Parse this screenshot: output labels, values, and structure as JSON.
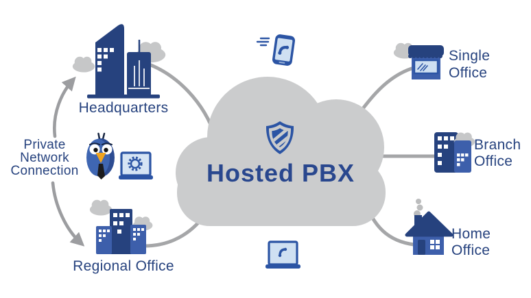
{
  "title": "Hosted PBX",
  "nodes": {
    "headquarters": {
      "label": "Headquarters"
    },
    "private_network": {
      "lines": [
        "Private",
        "Network",
        "Connection"
      ]
    },
    "regional_office": {
      "label": "Regional Office"
    },
    "single_office": {
      "lines": [
        "Single",
        "Office"
      ]
    },
    "branch_office": {
      "lines": [
        "Branch",
        "Office"
      ]
    },
    "home_office": {
      "lines": [
        "Home",
        "Office"
      ]
    }
  },
  "icons": {
    "center": "cloud-shape",
    "security": "shield-icon",
    "top_device": "mobile-phone-call-icon",
    "bottom_device": "laptop-call-icon",
    "left_device": "laptop-settings-icon",
    "mascot": "bird-mascot-icon"
  },
  "connections": [
    {
      "from": "headquarters",
      "to": "cloud",
      "arrow": false
    },
    {
      "from": "regional-office",
      "to": "cloud",
      "arrow": false
    },
    {
      "from": "cloud",
      "to": "single-office",
      "arrow": false
    },
    {
      "from": "cloud",
      "to": "branch-office",
      "arrow": false
    },
    {
      "from": "cloud",
      "to": "home-office",
      "arrow": false
    },
    {
      "from": "private-network",
      "to": "headquarters",
      "arrow": true
    },
    {
      "from": "private-network",
      "to": "regional-office",
      "arrow": true
    }
  ],
  "colors": {
    "navy": "#26427e",
    "royal_blue": "#2b54a4",
    "medium_blue": "#3d5fab",
    "screen_light_blue": "#cfe0f2",
    "cloud_gray": "#cbcccd",
    "puff_gray": "#c6c7c8",
    "line_gray": "#a5a6a8",
    "title_blue": "#29478e",
    "beak_orange": "#f0a41e"
  }
}
